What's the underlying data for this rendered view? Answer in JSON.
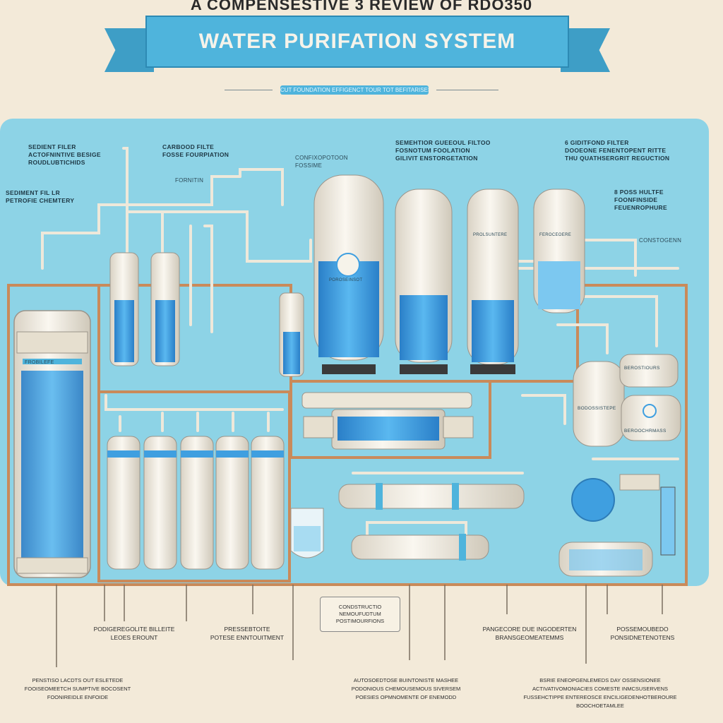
{
  "header": {
    "top_title": "A COMPENSESTIVE 3 REVIEW OF RDO350",
    "ribbon_title": "WATER PURIFATION SYSTEM",
    "subtitle": "CUT FOUNDATION EFFIGENCT TOUR TOT BEFITARISES"
  },
  "labels": {
    "sediment_filter": [
      "SEDIENT FILER",
      "ACTOFNINTIVE BESIGE",
      "ROUDLUBTICHIDS"
    ],
    "carbon_filter": [
      "CARBOOD FILTE",
      "FOSSE FOURPIATION"
    ],
    "carbon_sub": "FORNITIN",
    "sediment_left": [
      "SEDIMENT FIL LR",
      "PETROFIE CHEMTERY"
    ],
    "top_center_small": [
      "CONFIXOPOTOON",
      "FOSSIME"
    ],
    "semipermeable": [
      "SEMEHTIOR GUEEOUL FILTOO",
      "FOSNOTUM FOOLATION",
      "GILIVIT ENSTORGETATION"
    ],
    "stage6": [
      "6 GIDITFOND FILTER",
      "DOOEONE FENENTOPENT RITTE",
      "THU QUATHSERGRIT REGUCTION"
    ],
    "stage8": [
      "8 POSS HULTFE",
      "FOONFINSIDE",
      "FEUENROPHURE"
    ],
    "right_small": "CONSTOGENN",
    "tank_label_1": "FROBILEFE",
    "tank_label_2": "POROSEINSOT",
    "tank_label_3": "PROLSUNTERE",
    "tank_label_4": "FEROCEOERE",
    "bottom_tank_label": "BODOSSISTEPE",
    "right_tank_label": "BEROOCHRMASS",
    "small_tank_label": "BEROSTIOURS"
  },
  "bottom": {
    "callout": [
      "CONDSTRUCTIO",
      "NEMOUFUDTUM",
      "POSTIMOURFIONS"
    ],
    "col1": [
      "PODIGEREGOLITE BILLEITE",
      "LEOES EROUNT"
    ],
    "col2": [
      "PRESSEBTOITE",
      "POTESE ENNTOUITMENT"
    ],
    "col3": [
      "PANGECORE DUE INGODERTEN",
      "BRANSGEOMEATEMMS"
    ],
    "col4": [
      "POSSEMOUBEDO",
      "PONSIDNETENOTENS"
    ],
    "foot1": [
      "PENSTISO LACDTS OUT ESLETEDE",
      "FOOISEOMEETCH SUMPTIVE BOCOSENT",
      "FOONIREIDLE ENFOIDE"
    ],
    "foot2": [
      "AUTOSOEDTOSE BUINTONISTE MASHEE",
      "PODONIOUS CHEMOUSEMOUS SIVERSEM",
      "POESIES OPMNOMENTE OF ENEMODD"
    ],
    "foot3": [
      "BSRIE ENEOPGENLEMEDS DAY OSSENSIONEE",
      "ACTIVATIVOMONIACIES COMESTE INMCSUSERVENS",
      "FUSSEHCTIPPE ENTEREOSCE ENCILIGEDENHOTBEROURE BOOCHOETAMLEE"
    ]
  },
  "colors": {
    "background": "#f3ead9",
    "panel": "#8dd3e6",
    "ribbon": "#4fb4dc",
    "water": "#3f9fe0",
    "pipe": "#e8e2d4",
    "frame": "#c98a5a"
  }
}
